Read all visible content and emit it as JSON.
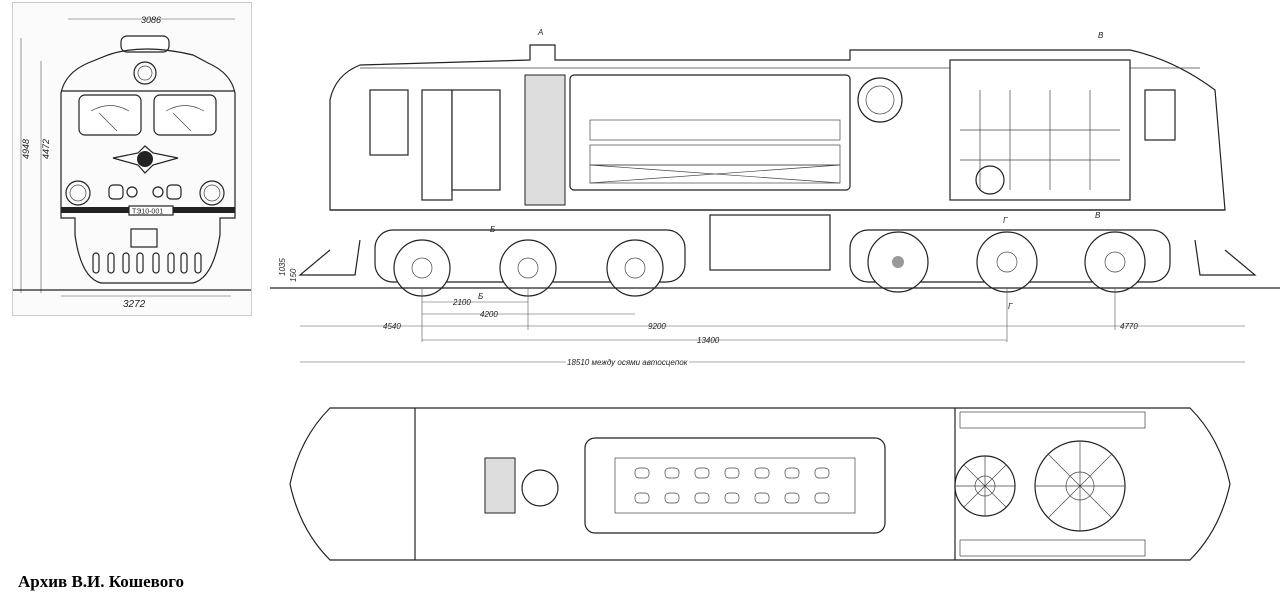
{
  "front_view": {
    "dims": {
      "roof_width": "3086",
      "total_height": "4948",
      "body_height": "4472",
      "base_width": "3272"
    },
    "number_plate": "ТЭ10-001"
  },
  "side_view": {
    "section_marks": {
      "a": "А",
      "b": "Б",
      "v": "В",
      "g": "Г",
      "b1": "Б",
      "g1": "Г",
      "v1": "В"
    },
    "dims": {
      "left_height": "1035",
      "low_height": "150",
      "axle_2100": "2100",
      "axle_4200": "4200",
      "overhang_left": "4540",
      "bogie_centers": "9200",
      "wheelbase": "13400",
      "overhang_right": "4770",
      "coupler_length": "18510 между осями автосцепок"
    }
  },
  "caption": "Архив  В.И. Кошевого"
}
